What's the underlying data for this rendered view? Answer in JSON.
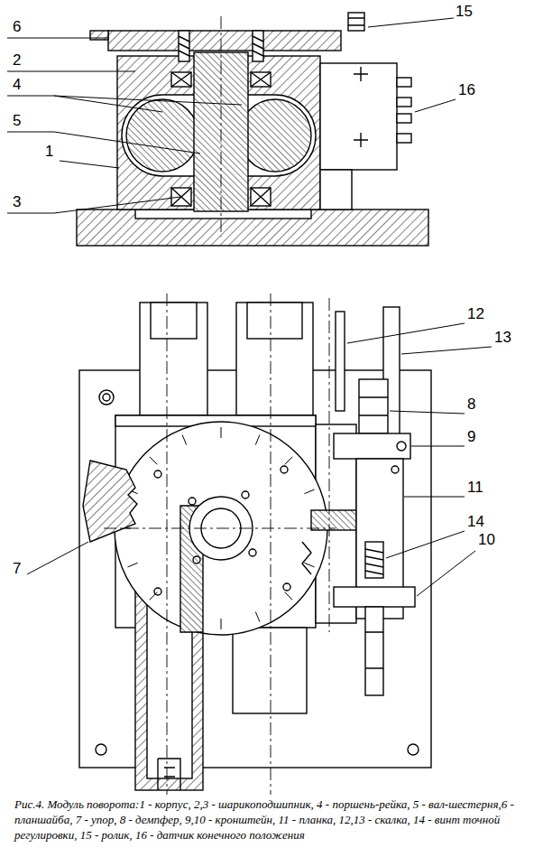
{
  "diagram": {
    "caption": "Рис.4. Модуль поворота:1 - корпус, 2,3 - шарикоподшипник, 4 - поршень-рейка, 5 - вал-шестерня,6 - планшайба, 7 - упор, 8 - демпфер, 9,10 - кронштейн, 11 - планка, 12,13 - скалка, 14 - винт точной регулировки, 15 - ролик, 16 - датчик конечного положения",
    "labels": [
      "15",
      "6",
      "2",
      "4",
      "16",
      "5",
      "1",
      "3",
      "12",
      "13",
      "8",
      "9",
      "11",
      "14",
      "10",
      "7"
    ]
  }
}
